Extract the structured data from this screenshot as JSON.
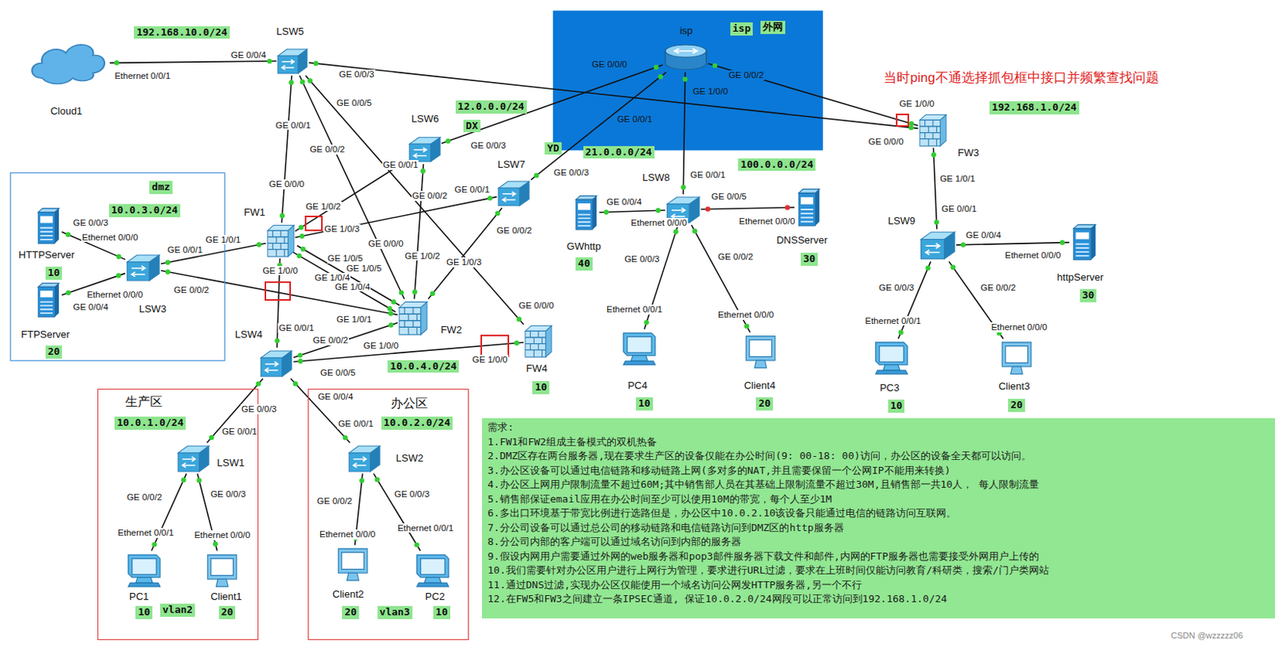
{
  "diagram": {
    "nodes": [
      {
        "text": [
          "Cloud1"
        ]
      },
      {
        "text": [
          "LSW5"
        ]
      },
      {
        "text": [
          "isp",
          "外网"
        ]
      },
      {
        "text": [
          "isp"
        ],
        "in": 2
      },
      {
        "text": [
          "FW3"
        ]
      },
      {
        "text": [
          "LSW6"
        ]
      },
      {
        "text": [
          "LSW7"
        ]
      },
      {
        "text": [
          "dmz",
          "10.0.3.0/24"
        ]
      },
      {
        "text": [
          "HTTPServer",
          "10"
        ],
        "in": 7
      },
      {
        "text": [
          "FTPServer",
          "20"
        ],
        "in": 7
      },
      {
        "text": [
          "LSW3"
        ],
        "in": 7
      },
      {
        "text": [
          "FW1"
        ]
      },
      {
        "text": [
          "FW2"
        ]
      },
      {
        "text": [
          "FW4",
          "10"
        ]
      },
      {
        "text": [
          "LSW4"
        ]
      },
      {
        "text": [
          "LSW8"
        ]
      },
      {
        "text": [
          "GWhttp",
          "40"
        ]
      },
      {
        "text": [
          "DNSServer",
          "30"
        ]
      },
      {
        "text": [
          "PC4",
          "10"
        ]
      },
      {
        "text": [
          "Client4",
          "20"
        ]
      },
      {
        "text": [
          "LSW9"
        ]
      },
      {
        "text": [
          "httpServer",
          "30"
        ]
      },
      {
        "text": [
          "PC3",
          "10"
        ]
      },
      {
        "text": [
          "Client3",
          "20"
        ]
      },
      {
        "text": [
          "生产区",
          "10.0.1.0/24",
          "vlan2"
        ]
      },
      {
        "text": [
          "LSW1"
        ],
        "in": 24
      },
      {
        "text": [
          "PC1",
          "10"
        ],
        "in": 24
      },
      {
        "text": [
          "Client1",
          "20"
        ],
        "in": 24
      },
      {
        "text": [
          "办公区",
          "10.0.2.0/24",
          "vlan3"
        ]
      },
      {
        "text": [
          "LSW2"
        ],
        "in": 28
      },
      {
        "text": [
          "Client2",
          "20"
        ],
        "in": 28
      },
      {
        "text": [
          "PC2",
          "10"
        ],
        "in": 28
      },
      {
        "text": [
          "需求:",
          "1.FW1和FW2组成主备模式的双机热备",
          "2.DMZ区存在两台服务器,现在要求生产区的设备仅能在办公时间(9: 00-18: 00)访问，办公区的设备全天都可以访问。",
          "3.办公区设备可以通过电信链路和移动链路上网(多对多的NAT,并且需要保留一个公网IP不能用来转换)",
          "4.办公区上网用户限制流量不超过60M;其中销售部人员在其基础上限制流量不超过30M,且销售部一共10人， 每人限制流量",
          "5.销售部保证email应用在办公时间至少可以使用10M的带宽，每个人至少1M",
          "6.多出口环境基于带宽比例进行选路但是，办公区中10.0.2.10该设备只能通过电信的链路访问互联网。",
          "7.分公司设备可以通过总公司的移动链路和电信链路访问到DMZ区的http服务器",
          "8.分公司内部的客户端可以通过域名访问到内部的服务器",
          "9.假设内网用户需要通过外网的web服务器和pop3邮件服务器下载文件和邮件,内网的FTP服务器也需要接受外网用户上传的",
          "10.我们需要针对办公区用户进行上网行为管理，要求进行URL过滤，要求在上班时间仅能访问教育/科研类，搜索/门户类网站",
          "11.通过DNS过滤,实现办公区仅能使用一个域名访问公网发HTTP服务器,另一个不行",
          "12.在FW5和FW3之间建立一条IPSEC通道, 保证10.0.2.0/24网段可以正常访问到192.168.1.0/24"
        ]
      }
    ],
    "edges": [
      {
        "from": 0,
        "to": 1,
        "arrow": "none"
      },
      {
        "from": 1,
        "to": 4,
        "arrow": "none"
      },
      {
        "from": 1,
        "to": 11,
        "arrow": "none"
      },
      {
        "from": 1,
        "to": 12,
        "arrow": "none"
      },
      {
        "from": 1,
        "to": 13,
        "arrow": "none"
      },
      {
        "from": 3,
        "to": 5,
        "arrow": "none"
      },
      {
        "from": 3,
        "to": 6,
        "arrow": "none"
      },
      {
        "from": 3,
        "to": 4,
        "arrow": "none"
      },
      {
        "from": 3,
        "to": 15,
        "arrow": "none"
      },
      {
        "from": 5,
        "to": 11,
        "arrow": "none"
      },
      {
        "from": 5,
        "to": 12,
        "arrow": "none"
      },
      {
        "from": 6,
        "to": 11,
        "arrow": "none"
      },
      {
        "from": 6,
        "to": 12,
        "arrow": "none"
      },
      {
        "from": 11,
        "to": 12,
        "arrow": "none"
      },
      {
        "from": 11,
        "to": 12,
        "arrow": "none"
      },
      {
        "from": 11,
        "to": 10,
        "arrow": "none"
      },
      {
        "from": 10,
        "to": 12,
        "arrow": "none"
      },
      {
        "from": 11,
        "to": 14,
        "arrow": "none"
      },
      {
        "from": 12,
        "to": 14,
        "arrow": "none"
      },
      {
        "from": 13,
        "to": 14,
        "arrow": "none"
      },
      {
        "from": 10,
        "to": 8,
        "arrow": "none"
      },
      {
        "from": 10,
        "to": 9,
        "arrow": "none"
      },
      {
        "from": 14,
        "to": 25,
        "arrow": "none"
      },
      {
        "from": 14,
        "to": 29,
        "arrow": "none"
      },
      {
        "from": 25,
        "to": 26,
        "arrow": "none"
      },
      {
        "from": 25,
        "to": 27,
        "arrow": "none"
      },
      {
        "from": 29,
        "to": 30,
        "arrow": "none"
      },
      {
        "from": 29,
        "to": 31,
        "arrow": "none"
      },
      {
        "from": 15,
        "to": 16,
        "arrow": "none"
      },
      {
        "from": 15,
        "to": 17,
        "arrow": "none"
      },
      {
        "from": 15,
        "to": 18,
        "arrow": "none"
      },
      {
        "from": 15,
        "to": 19,
        "arrow": "none"
      },
      {
        "from": 4,
        "to": 20,
        "arrow": "none"
      },
      {
        "from": 20,
        "to": 21,
        "arrow": "none"
      },
      {
        "from": 20,
        "to": 22,
        "arrow": "none"
      },
      {
        "from": 20,
        "to": 23,
        "arrow": "none"
      }
    ],
    "labels": [
      "192.168.10.0/24",
      "GE 0/0/4",
      "Ethernet 0/0/1",
      "GE 0/0/3",
      "GE 0/0/5",
      "GE 0/0/1",
      "GE 0/0/2",
      "GE 0/0/0",
      "12.0.0.0/24",
      "DX",
      "GE 0/0/3",
      "GE 0/0/1",
      "GE 0/0/2",
      "YD",
      "21.0.0.0/24",
      "GE 0/0/3",
      "GE 0/0/1",
      "GE 0/0/2",
      "GE 0/0/0",
      "GE 0/0/1",
      "GE 1/0/0",
      "GE 0/0/2",
      "当时ping不通选择抓包框中接口并频繁查找问题",
      "GE 1/0/0",
      "192.168.1.0/24",
      "GE 0/0/0",
      "GE 1/0/1",
      "GE 0/0/1",
      "GE 0/0/4",
      "Ethernet 0/0/0",
      "GE 0/0/3",
      "GE 0/0/2",
      "Ethernet 0/0/1",
      "Ethernet 0/0/0",
      "100.0.0.0/24",
      "GE 0/0/1",
      "GE 0/0/4",
      "Ethernet 0/0/0",
      "GE 0/0/5",
      "Ethernet 0/0/0",
      "GE 0/0/3",
      "GE 0/0/2",
      "Ethernet 0/0/1",
      "Ethernet 0/0/0",
      "GE 1/0/2",
      "GE 1/0/3",
      "GE 1/0/1",
      "GE 0/0/3",
      "Ethernet 0/0/0",
      "GE 0/0/1",
      "Ethernet 0/0/0",
      "GE 0/0/4",
      "GE 0/0/2",
      "GE 1/0/5",
      "GE 1/0/5",
      "GE 1/0/4",
      "GE 1/0/4",
      "GE 1/0/0",
      "GE 0/0/0",
      "GE 1/0/2",
      "GE 1/0/3",
      "GE 1/0/1",
      "GE 1/0/0",
      "GE 0/0/0",
      "GE 1/0/0",
      "10.0.4.0/24",
      "GE 0/0/1",
      "GE 0/0/2",
      "GE 0/0/5",
      "GE 0/0/3",
      "GE 0/0/4",
      "GE 0/0/1",
      "GE 0/0/2",
      "GE 0/0/3",
      "Ethernet 0/0/1",
      "Ethernet 0/0/0",
      "GE 0/0/1",
      "GE 0/0/2",
      "GE 0/0/3",
      "Ethernet 0/0/0",
      "Ethernet 0/0/1",
      "CSDN @wzzzzz06"
    ]
  }
}
